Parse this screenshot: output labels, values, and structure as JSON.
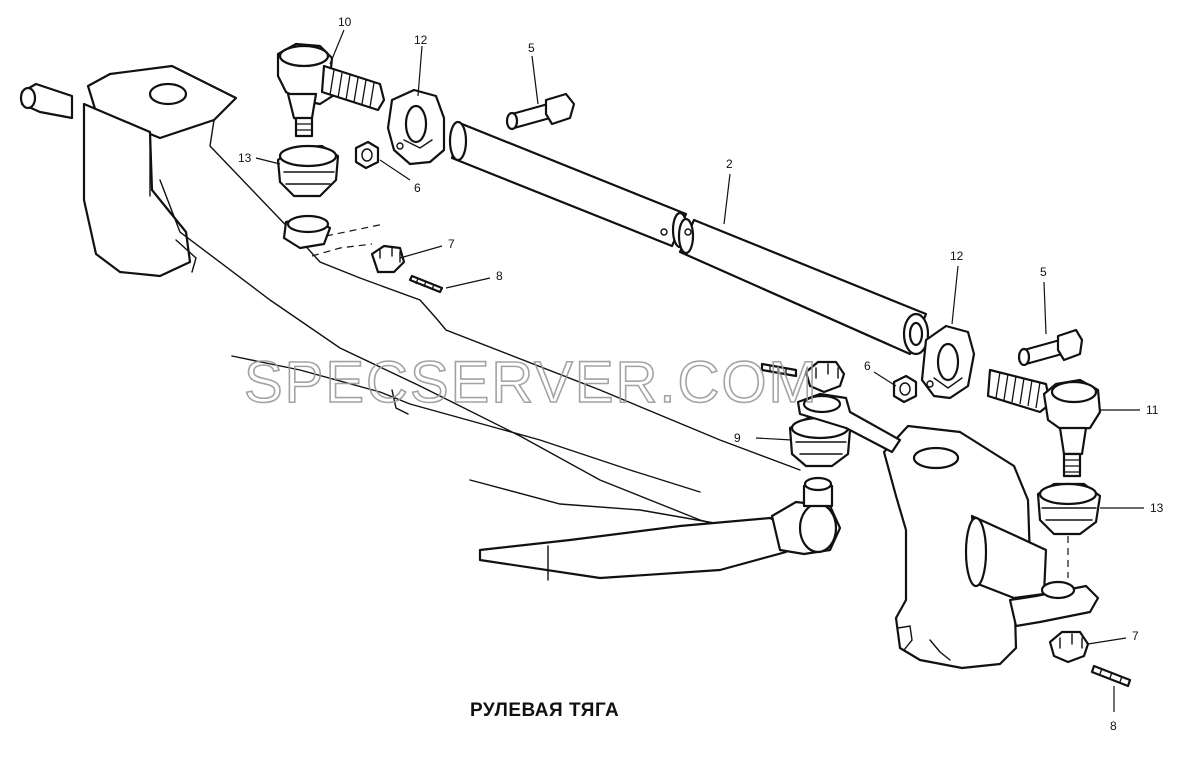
{
  "caption": "РУЛЕВАЯ ТЯГА",
  "watermark": "SPECSERVER.COM",
  "callouts": {
    "c10": "10",
    "c12_top": "12",
    "c5_top": "5",
    "c13_left": "13",
    "c6_top": "6",
    "c2": "2",
    "c7_top": "7",
    "c8_top": "8",
    "c12_right": "12",
    "c5_right": "5",
    "c6_mid": "6",
    "c11": "11",
    "c9": "9",
    "c13_right": "13",
    "c7_bottom": "7",
    "c8_bottom": "8"
  },
  "colors": {
    "line": "#111111",
    "paper": "#ffffff",
    "watermark": "#9a9a9a"
  }
}
